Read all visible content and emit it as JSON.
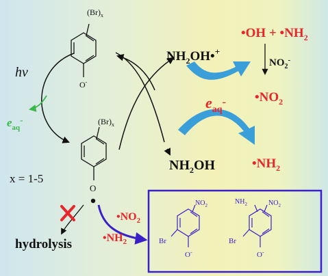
{
  "labels": {
    "br_x_top": "(Br)",
    "br_x_top_sub": "x",
    "o_minus": "O",
    "o_minus_sup": "-",
    "hv": "hv",
    "e_aq_left": "e",
    "e_aq_left_sub": "aq",
    "e_aq_left_sup": "-",
    "br_x_mid": "(Br)",
    "br_x_mid_sub": "x",
    "x_range": "x = 1-5",
    "o_radical": "O",
    "hydrolysis": "hydrolysis",
    "nh2oh_radical": "NH",
    "nh2oh_radical_sub": "2",
    "nh2oh_radical_tail": "OH•",
    "nh2oh_radical_sup": "+",
    "oh_nh2": "•OH + •NH",
    "oh_nh2_sub": "2",
    "no2_minus": "NO",
    "no2_minus_sub": "2",
    "no2_minus_sup": "-",
    "e_aq_center": "e",
    "e_aq_center_sub": "aq",
    "e_aq_center_sup": "-",
    "no2_radical_right": "•NO",
    "no2_radical_right_sub": "2",
    "nh2oh": "NH",
    "nh2oh_sub": "2",
    "nh2oh_tail": "OH",
    "nh2_radical_right": "•NH",
    "nh2_radical_right_sub": "2",
    "no2_radical_left": "•NO",
    "no2_radical_left_sub": "2",
    "nh2_radical_left": "•NH",
    "nh2_radical_left_sub": "2",
    "prod1_no2": "NO",
    "prod1_no2_sub": "2",
    "prod1_br": "Br",
    "prod1_o": "O",
    "prod1_o_sup": "-",
    "prod2_nh2": "NH",
    "prod2_nh2_sub": "2",
    "prod2_no2": "NO",
    "prod2_no2_sub": "2",
    "prod2_br": "Br",
    "prod2_o": "O",
    "prod2_o_sup": "-"
  },
  "colors": {
    "red": "#e8262a",
    "green": "#3cb84a",
    "blue_arrow": "#3a9fd8",
    "purple": "#3a20c8",
    "black": "#111111"
  }
}
